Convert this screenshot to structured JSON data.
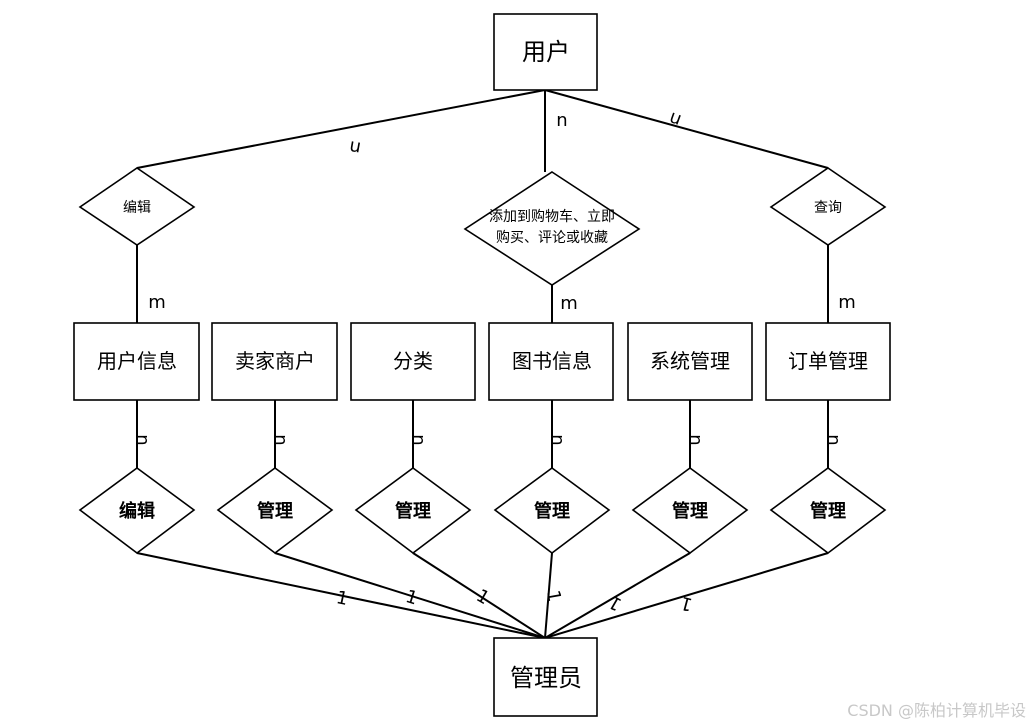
{
  "entities": {
    "user": "用户",
    "admin": "管理员",
    "user_info": "用户信息",
    "seller": "卖家商户",
    "category": "分类",
    "book_info": "图书信息",
    "system_mgmt": "系统管理",
    "order_mgmt": "订单管理"
  },
  "relations_top": {
    "edit": "编辑",
    "add_line1": "添加到购物车、立即",
    "add_line2": "购买、评论或收藏",
    "query": "查询"
  },
  "relations_bottom": [
    "编辑",
    "管理",
    "管理",
    "管理",
    "管理",
    "管理"
  ],
  "cardinality": {
    "top_left": "n",
    "top_mid": "n",
    "top_right": "n",
    "mid_left": "m",
    "mid_mid": "m",
    "mid_right": "m",
    "lower": [
      "n",
      "n",
      "n",
      "n",
      "n",
      "n"
    ],
    "bottom": [
      "1",
      "1",
      "1",
      "1",
      "1",
      "1"
    ]
  },
  "watermark": "CSDN @陈柏计算机毕设"
}
